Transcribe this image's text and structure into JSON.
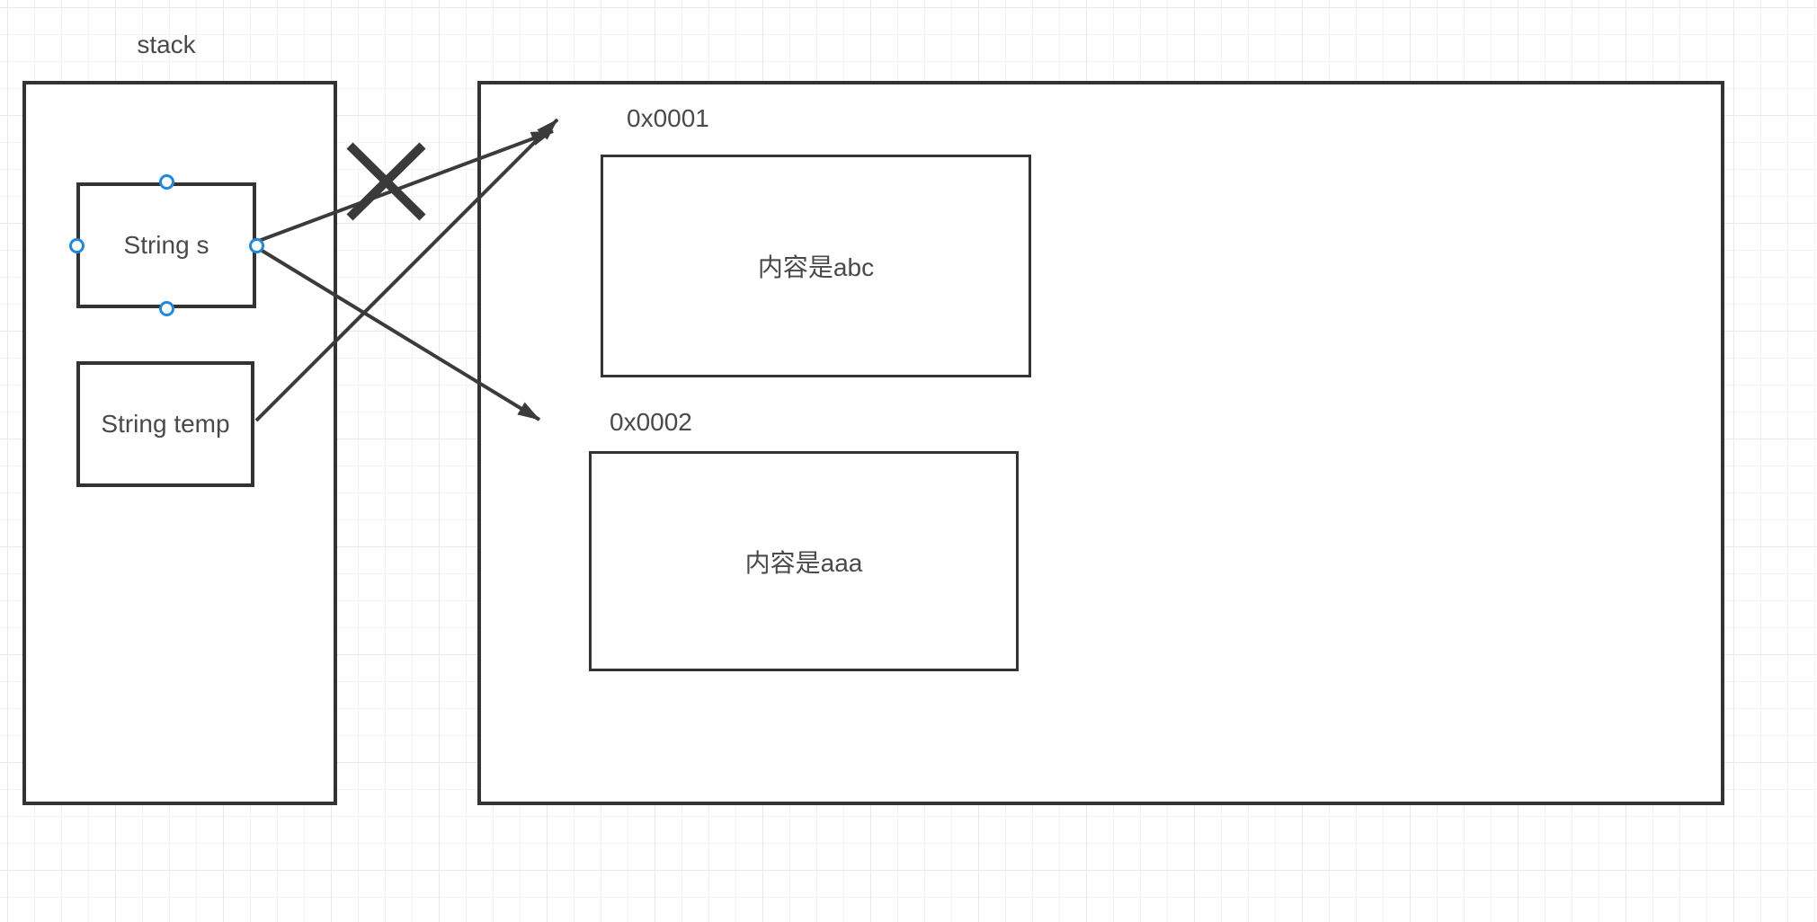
{
  "diagram": {
    "stack": {
      "label": "stack",
      "variables": [
        {
          "label": "String s",
          "selected": true
        },
        {
          "label": "String temp",
          "selected": false
        }
      ]
    },
    "heap": {
      "blocks": [
        {
          "address": "0x0001",
          "content": "内容是abc"
        },
        {
          "address": "0x0002",
          "content": "内容是aaa"
        }
      ]
    },
    "connections": [
      {
        "from": "String s",
        "to": "0x0001",
        "crossed_out": true
      },
      {
        "from": "String s",
        "to": "0x0002",
        "crossed_out": false
      },
      {
        "from": "String temp",
        "to": "0x0001",
        "crossed_out": false
      }
    ],
    "colors": {
      "shape_stroke": "#333333",
      "arrow": "#3b3b3b",
      "text": "#4a4a4a",
      "selection_handle": "#1e88e5",
      "grid_minor": "#f3f3f3",
      "grid_major": "#e9e9e9",
      "background": "#ffffff"
    }
  }
}
